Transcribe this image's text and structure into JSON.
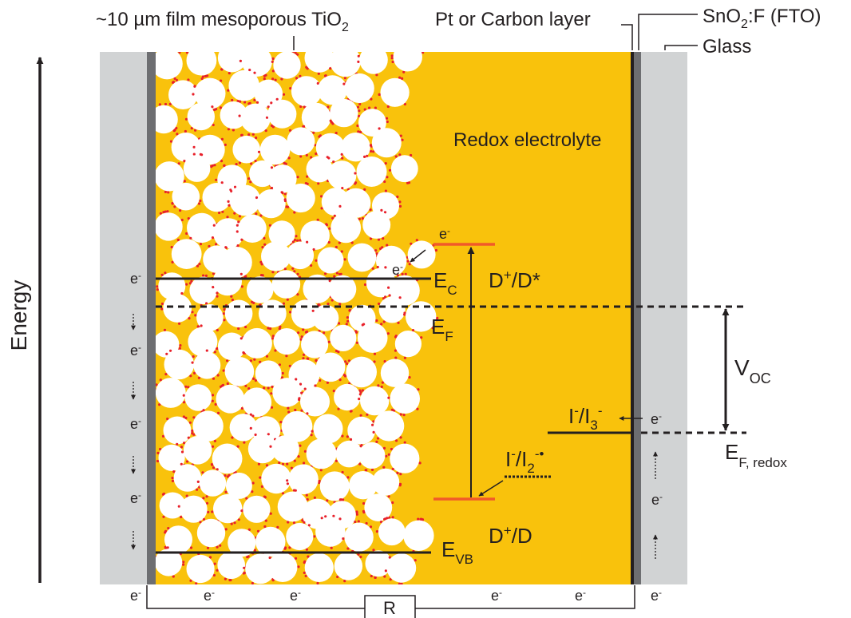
{
  "labels": {
    "energy": "Energy",
    "film_main": "~10 µm film mesoporous TiO",
    "film_sub": "2",
    "counter_layer": "Pt or Carbon layer",
    "fto_a": "SnO",
    "fto_sub": "2",
    "fto_b": ":F (FTO)",
    "glass": "Glass",
    "electrolyte": "Redox electrolyte",
    "ec_main": "E",
    "ec_sub": "C",
    "ef_main": "E",
    "ef_sub": "F",
    "evb_main": "E",
    "evb_sub": "VB",
    "dstar_a": "D",
    "dstar_sup": "+",
    "dstar_b": "/D*",
    "d_a": "D",
    "d_sup": "+",
    "d_b": "/D",
    "voc_main": "V",
    "voc_sub": "OC",
    "efredox_main": "E",
    "efredox_sub": "F, redox",
    "i3_a": "I",
    "i3_sup1": "-",
    "i3_b": "/I",
    "i3_sub": "3",
    "i3_sup2": "-",
    "i2_a": "I",
    "i2_sup1": "-",
    "i2_b": "/I",
    "i2_sub": "2",
    "i2_sup2": "-•",
    "resistor": "R",
    "electron": "e",
    "electron_sup": "-"
  },
  "colors": {
    "gold": "#f9c20c",
    "glass": "#d1d3d4",
    "electrode": "#6d6e71",
    "particle": "#ffffff",
    "dye": "#e8202a",
    "line": "#231f20",
    "dye_level": "#f15a29"
  }
}
